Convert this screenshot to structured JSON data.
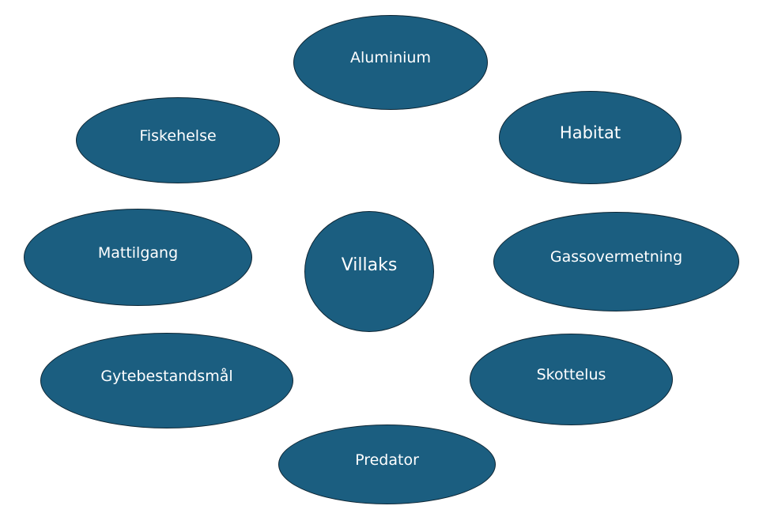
{
  "diagram": {
    "center": "Villaks",
    "fill_color": "#1b5e80",
    "nodes": [
      "Aluminium",
      "Fiskehelse",
      "Habitat",
      "Mattilgang",
      "Gassovermetning",
      "Gytebestandsmål",
      "Skottelus",
      "Predator"
    ]
  }
}
